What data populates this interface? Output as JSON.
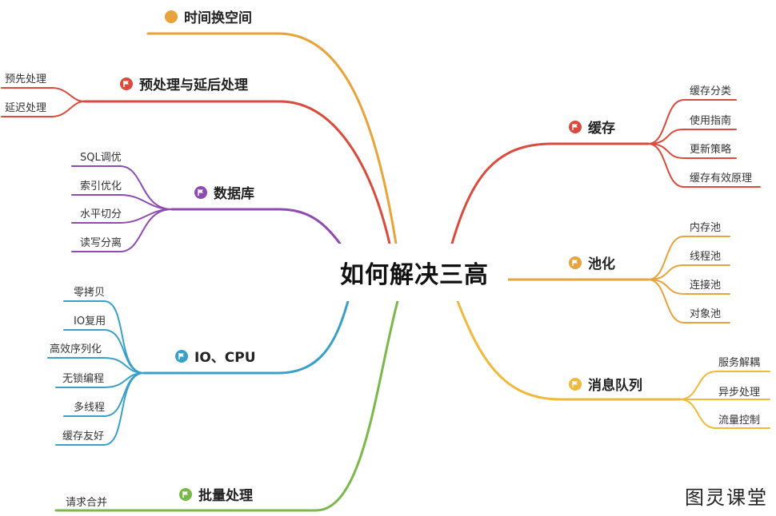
{
  "center": "如何解决三高",
  "branches": [
    {
      "id": "time-space",
      "label": "时间换空间",
      "color": "#e8a33a",
      "icon": "dot-icon",
      "leaves": []
    },
    {
      "id": "preprocess",
      "label": "预处理与延后处理",
      "color": "#d94b3d",
      "icon": "flag-icon",
      "leaves": [
        "预先处理",
        "延迟处理"
      ]
    },
    {
      "id": "database",
      "label": "数据库",
      "color": "#8e4bb0",
      "icon": "flag-icon",
      "leaves": [
        "SQL调优",
        "索引优化",
        "水平切分",
        "读写分离"
      ]
    },
    {
      "id": "io-cpu",
      "label": "IO、CPU",
      "color": "#3aa0c8",
      "icon": "flag-icon",
      "leaves": [
        "零拷贝",
        "IO复用",
        "高效序列化",
        "无锁编程",
        "多线程",
        "缓存友好"
      ]
    },
    {
      "id": "batch",
      "label": "批量处理",
      "color": "#7bb84a",
      "icon": "flag-icon",
      "leaves": [
        "请求合并"
      ]
    },
    {
      "id": "cache",
      "label": "缓存",
      "color": "#d94b3d",
      "icon": "flag-icon",
      "leaves": [
        "缓存分类",
        "使用指南",
        "更新策略",
        "缓存有效原理"
      ]
    },
    {
      "id": "pool",
      "label": "池化",
      "color": "#e8a33a",
      "icon": "flag-icon",
      "leaves": [
        "内存池",
        "线程池",
        "连接池",
        "对象池"
      ]
    },
    {
      "id": "mq",
      "label": "消息队列",
      "color": "#f0b93c",
      "icon": "flag-icon",
      "leaves": [
        "服务解耦",
        "异步处理",
        "流量控制"
      ]
    }
  ],
  "watermark": "图灵课堂"
}
